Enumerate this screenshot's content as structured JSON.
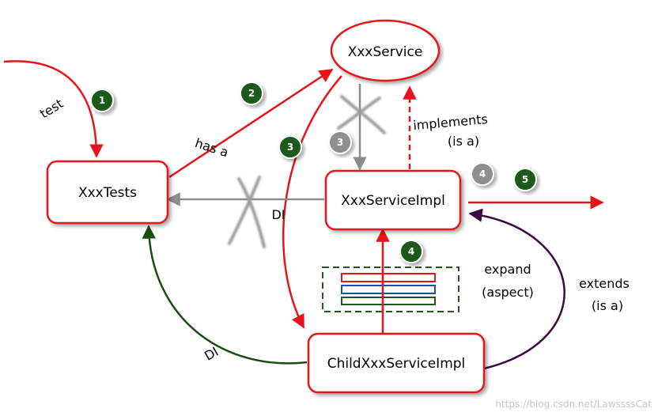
{
  "nodes": {
    "xxx_service": "XxxService",
    "xxx_tests": "XxxTests",
    "xxx_service_impl": "XxxServiceImpl",
    "child_xxx_service_impl": "ChildXxxServiceImpl"
  },
  "labels": {
    "test": "test",
    "has_a": "has a",
    "implements_1": "implements",
    "implements_2": "(is a)",
    "di_top": "DI",
    "di_bottom": "DI",
    "expand_1": "expand",
    "expand_2": "(aspect)",
    "extends_1": "extends",
    "extends_2": "(is a)"
  },
  "badges": {
    "b1": "1",
    "b2": "2",
    "b3_green": "3",
    "b3_gray": "3",
    "b4_gray": "4",
    "b5": "5",
    "b4_green": "4"
  },
  "watermark": "https://blog.csdn.net/LawssssCat",
  "colors": {
    "red": "#e8141b",
    "gray": "#8c8c8c",
    "dark_green": "#1b4d12",
    "purple": "#3d0a44",
    "badge_green": "#1e5a1a",
    "badge_gray": "#8f8f8f",
    "blue": "#1f4fa0",
    "green_rect": "#1f5a1a"
  }
}
